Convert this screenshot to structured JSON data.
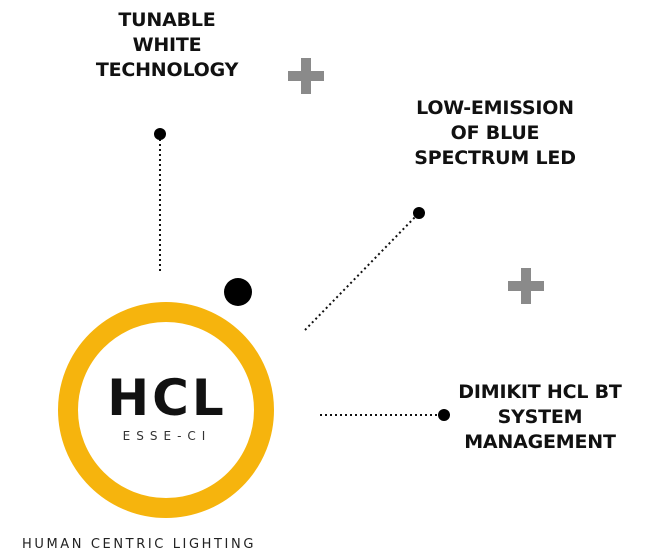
{
  "features": [
    {
      "lines": [
        "TUNABLE",
        "WHITE",
        "TECHNOLOGY"
      ]
    },
    {
      "lines": [
        "LOW-EMISSION",
        "OF BLUE",
        "SPECTRUM LED"
      ]
    },
    {
      "lines": [
        "DIMIKIT HCL BT",
        "SYSTEM",
        "MANAGEMENT"
      ]
    }
  ],
  "logo": {
    "title": "HCL",
    "subtitle": "ESSE-CI"
  },
  "footer": "HUMAN CENTRIC LIGHTING",
  "colors": {
    "ring": "#f6b40d",
    "text": "#111111",
    "plus": "#8a8a8a"
  },
  "icons": [
    "plus-icon",
    "plus-icon"
  ]
}
